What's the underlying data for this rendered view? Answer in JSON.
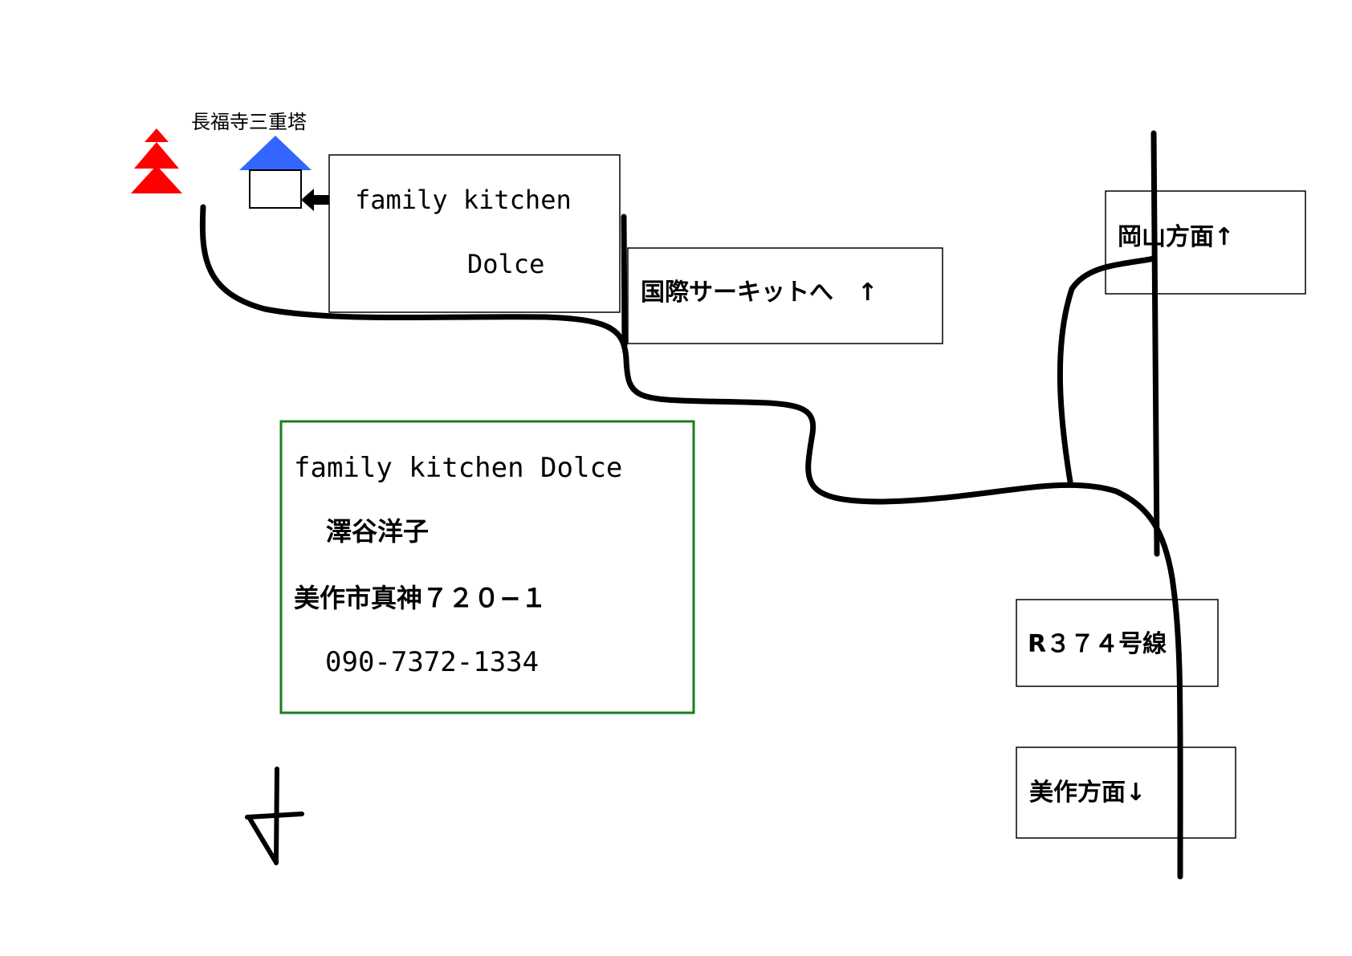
{
  "landmarks": {
    "pagoda_label": "長福寺三重塔"
  },
  "restaurant_box": {
    "line1": "family kitchen",
    "line2": "Dolce"
  },
  "signs": {
    "circuit": "国際サーキットへ　↑",
    "okayama": "岡山方面↑",
    "route": "R３７４号線",
    "mimasaka": "美作方面↓"
  },
  "info_card": {
    "name": "family kitchen Dolce",
    "owner": "澤谷洋子",
    "address": "美作市真神７２０−１",
    "phone": "090-7372-1334"
  },
  "colors": {
    "pagoda_red": "#ff0000",
    "house_roof_blue": "#3366ff",
    "info_border_green": "#1a7f1a",
    "road": "#000000"
  },
  "icons": {
    "pagoda": "pagoda-icon",
    "house": "house-icon",
    "pointer": "arrow-left-icon",
    "compass": "north-arrow-icon"
  }
}
